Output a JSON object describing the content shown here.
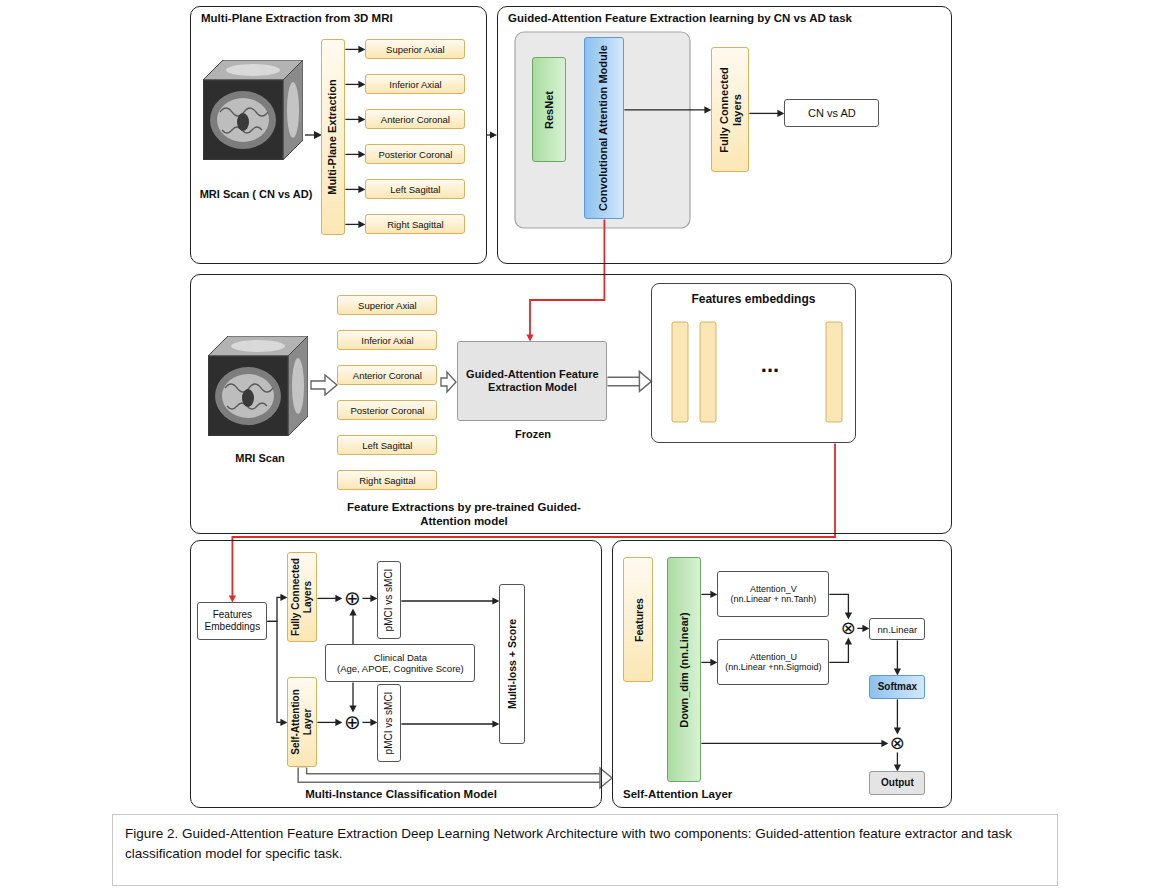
{
  "diagram": {
    "caption": "Figure 2. Guided-Attention Feature Extraction Deep Learning Network Architecture with two components: Guided-attention feature extractor and task classification model for specific task.",
    "nodes": [
      {
        "text": [
          "Multi-Plane Extraction from 3D MRI"
        ]
      },
      {
        "text": [
          "Multi-Plane Extraction"
        ],
        "in": 0
      },
      {
        "text": [
          "Superior Axial"
        ],
        "in": 0
      },
      {
        "text": [
          "Inferior Axial"
        ],
        "in": 0
      },
      {
        "text": [
          "Anterior Coronal"
        ],
        "in": 0
      },
      {
        "text": [
          "Posterior Coronal"
        ],
        "in": 0
      },
      {
        "text": [
          "Left Sagittal"
        ],
        "in": 0
      },
      {
        "text": [
          "Right Sagittal"
        ],
        "in": 0
      },
      {
        "text": [
          "Guided-Attention Feature Extraction learning by CN vs AD task"
        ]
      },
      {
        "text": [
          "ResNet"
        ],
        "in": 8
      },
      {
        "text": [
          "Convolutional Attention Module"
        ],
        "in": 8
      },
      {
        "text": [
          "Fully Connected layers"
        ],
        "in": 8
      },
      {
        "text": [
          "CN vs AD"
        ],
        "in": 8
      },
      {
        "text": [
          "Feature Extractions by pre-trained Guided-Attention model"
        ]
      },
      {
        "text": [
          "Superior Axial"
        ],
        "in": 13
      },
      {
        "text": [
          "Inferior Axial"
        ],
        "in": 13
      },
      {
        "text": [
          "Anterior Coronal"
        ],
        "in": 13
      },
      {
        "text": [
          "Posterior Coronal"
        ],
        "in": 13
      },
      {
        "text": [
          "Left Sagittal"
        ],
        "in": 13
      },
      {
        "text": [
          "Right Sagittal"
        ],
        "in": 13
      },
      {
        "text": [
          "Guided-Attention Feature Extraction Model"
        ],
        "in": 13
      },
      {
        "text": [
          "Features embeddings"
        ],
        "in": 13
      },
      {
        "text": [
          "Multi-Instance Classification Model"
        ]
      },
      {
        "text": [
          "Features Embeddings"
        ],
        "in": 22
      },
      {
        "text": [
          "Fully Connected Layers"
        ],
        "in": 22
      },
      {
        "text": [
          "Self-Attention Layer"
        ],
        "in": 22
      },
      {
        "text": [
          "⊕"
        ],
        "in": 22
      },
      {
        "text": [
          "⊕"
        ],
        "in": 22
      },
      {
        "text": [
          "Clinical Data",
          "(Age, APOE, Cognitive Score)"
        ],
        "in": 22
      },
      {
        "text": [
          "pMCI vs sMCI"
        ],
        "in": 22
      },
      {
        "text": [
          "pMCI vs sMCI"
        ],
        "in": 22
      },
      {
        "text": [
          "Multi-loss + Score"
        ],
        "in": 22
      },
      {
        "text": [
          "Self-Attention Layer"
        ]
      },
      {
        "text": [
          "Features"
        ],
        "in": 32
      },
      {
        "text": [
          "Down_dim (nn.Linear)"
        ],
        "in": 32
      },
      {
        "text": [
          "Attention_V",
          "(nn.Linear + nn.Tanh)"
        ],
        "in": 32
      },
      {
        "text": [
          "Attention_U",
          "(nn.Linear +nn.Sigmoid)"
        ],
        "in": 32
      },
      {
        "text": [
          "⊗"
        ],
        "in": 32
      },
      {
        "text": [
          "nn.Linear"
        ],
        "in": 32
      },
      {
        "text": [
          "Softmax"
        ],
        "in": 32
      },
      {
        "text": [
          "⊗"
        ],
        "in": 32
      },
      {
        "text": [
          "Output"
        ],
        "in": 32
      }
    ],
    "edges": [
      {
        "from": 0,
        "to": 8,
        "arrow": "to"
      },
      {
        "from": 1,
        "to": 2,
        "arrow": "to"
      },
      {
        "from": 1,
        "to": 3,
        "arrow": "to"
      },
      {
        "from": 1,
        "to": 4,
        "arrow": "to"
      },
      {
        "from": 1,
        "to": 5,
        "arrow": "to"
      },
      {
        "from": 1,
        "to": 6,
        "arrow": "to"
      },
      {
        "from": 1,
        "to": 7,
        "arrow": "to"
      },
      {
        "from": 10,
        "to": 11,
        "arrow": "to"
      },
      {
        "from": 11,
        "to": 12,
        "arrow": "to"
      },
      {
        "from": 10,
        "to": 20,
        "arrow": "to"
      },
      {
        "from": 20,
        "to": 21,
        "arrow": "to"
      },
      {
        "from": 21,
        "to": 23,
        "arrow": "to"
      },
      {
        "from": 23,
        "to": 24,
        "arrow": "to"
      },
      {
        "from": 23,
        "to": 25,
        "arrow": "to"
      },
      {
        "from": 24,
        "to": 26,
        "arrow": "to"
      },
      {
        "from": 25,
        "to": 27,
        "arrow": "to"
      },
      {
        "from": 28,
        "to": 26,
        "arrow": "to"
      },
      {
        "from": 28,
        "to": 27,
        "arrow": "to"
      },
      {
        "from": 26,
        "to": 29,
        "arrow": "to"
      },
      {
        "from": 27,
        "to": 30,
        "arrow": "to"
      },
      {
        "from": 29,
        "to": 31,
        "arrow": "to"
      },
      {
        "from": 30,
        "to": 31,
        "arrow": "to"
      },
      {
        "from": 25,
        "to": 32,
        "arrow": "to"
      },
      {
        "from": 34,
        "to": 35,
        "arrow": "to"
      },
      {
        "from": 34,
        "to": 36,
        "arrow": "to"
      },
      {
        "from": 35,
        "to": 37,
        "arrow": "to"
      },
      {
        "from": 36,
        "to": 37,
        "arrow": "to"
      },
      {
        "from": 37,
        "to": 38,
        "arrow": "to"
      },
      {
        "from": 38,
        "to": 39,
        "arrow": "to"
      },
      {
        "from": 39,
        "to": 40,
        "arrow": "to"
      },
      {
        "from": 34,
        "to": 40,
        "arrow": "to"
      },
      {
        "from": 40,
        "to": 41,
        "arrow": "to"
      }
    ],
    "labels": [
      "MRI Scan ( CN vs AD)",
      "MRI Scan",
      "Frozen",
      "..."
    ]
  }
}
